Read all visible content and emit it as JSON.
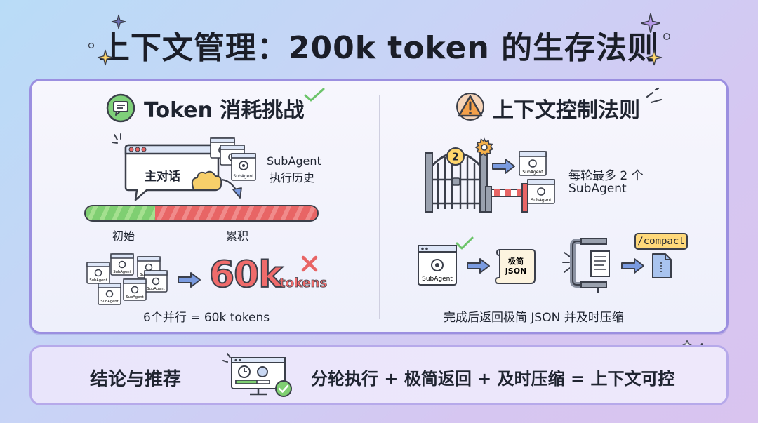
{
  "title": "上下文管理：200k token 的生存法则",
  "left": {
    "heading": "Token 消耗挑战",
    "chat_label": "主对话",
    "subagent_history": [
      "SubAgent",
      "执行历史"
    ],
    "bar_start_label": "初始",
    "bar_end_label": "累积",
    "bar_initial_fraction": 0.3,
    "card_label": "SubAgent",
    "big_number": "60k",
    "big_unit": "tokens",
    "parallel_caption": "6个并行 = 60k tokens"
  },
  "right": {
    "heading": "上下文控制法则",
    "gate_badge": "2",
    "gate_caption": [
      "每轮最多 2 个",
      "SubAgent"
    ],
    "card_label": "SubAgent",
    "doc_label": [
      "极简",
      "JSON"
    ],
    "compact_chip": "/compact",
    "bottom_caption": "完成后返回极简 JSON 并及时压缩"
  },
  "conclusion": {
    "title": "结论与推荐",
    "text": "分轮执行 + 极简返回 + 及时压缩 = 上下文可控"
  },
  "colors": {
    "accent_purple": "#9b8fe0",
    "green": "#7fcf72",
    "red": "#e86565",
    "warning_orange": "#f4a04a",
    "chip_yellow": "#ffd97a"
  }
}
